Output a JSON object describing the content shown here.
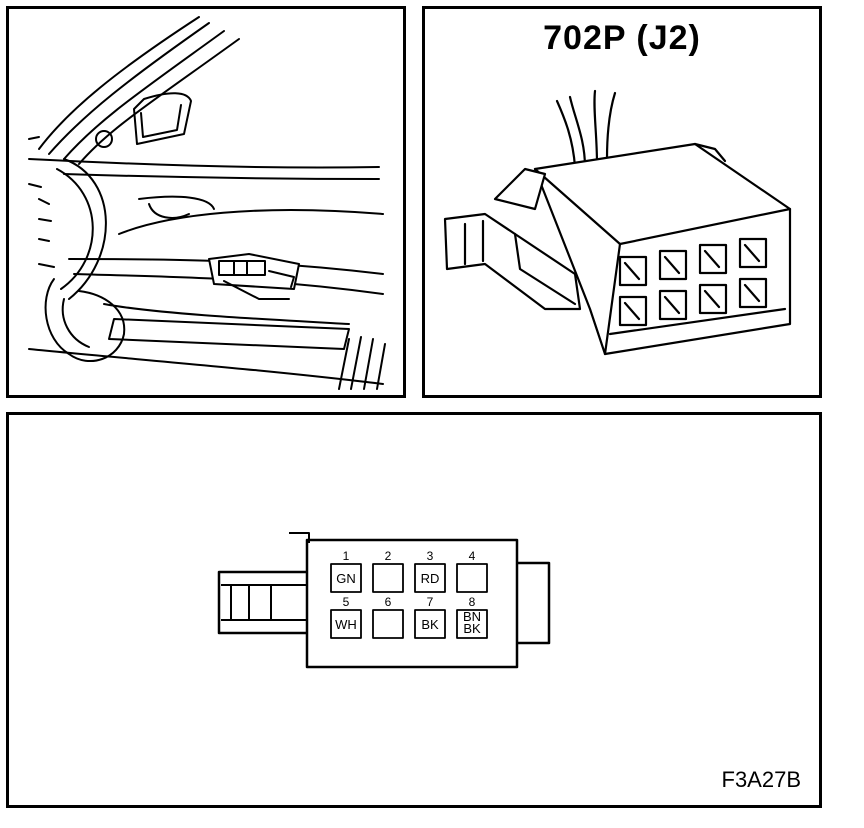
{
  "connector": {
    "title": "702P (J2)",
    "pins": [
      {
        "num": "1",
        "code": "GN"
      },
      {
        "num": "2",
        "code": ""
      },
      {
        "num": "3",
        "code": "RD"
      },
      {
        "num": "4",
        "code": ""
      },
      {
        "num": "5",
        "code": "WH"
      },
      {
        "num": "6",
        "code": ""
      },
      {
        "num": "7",
        "code": "BK"
      },
      {
        "num": "8",
        "code": "BN BK"
      }
    ]
  },
  "figure_code": "F3A27B"
}
